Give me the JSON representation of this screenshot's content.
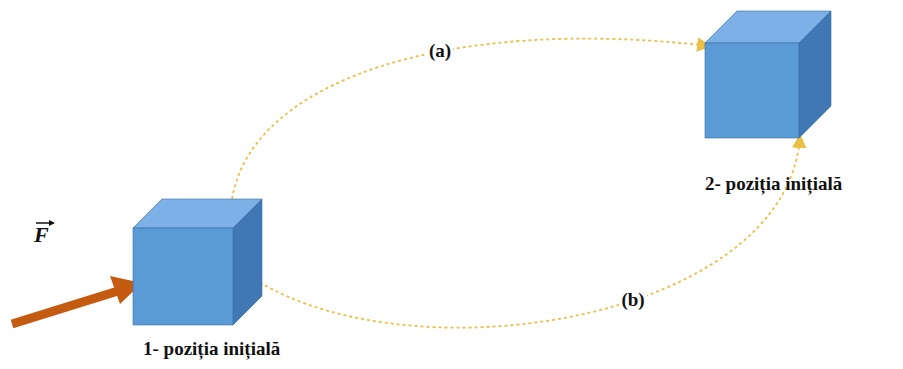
{
  "diagram": {
    "nodes": [
      {
        "text": [
          "1- poziția inițială"
        ]
      },
      {
        "text": [
          "2- poziția inițială"
        ]
      }
    ],
    "edges": [
      {
        "from": 0,
        "to": 1,
        "arrow": "to",
        "label": "(a)"
      },
      {
        "from": 0,
        "to": 1,
        "arrow": "to",
        "label": "(b)"
      }
    ],
    "labels": [
      "F"
    ]
  }
}
